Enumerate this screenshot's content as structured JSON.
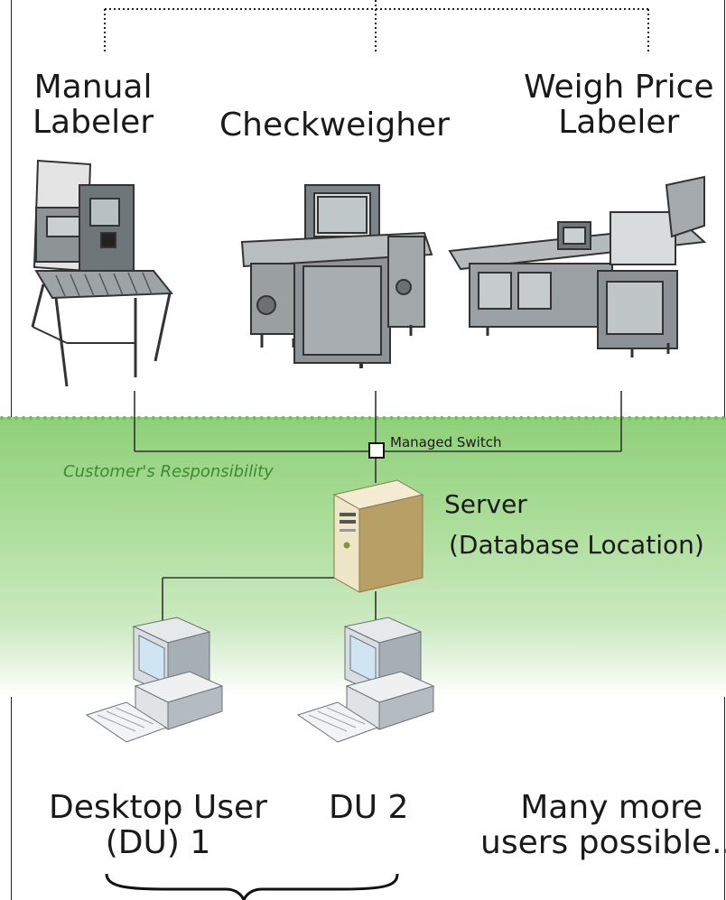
{
  "machines": {
    "manual_labeler": "Manual\nLabeler",
    "checkweigher": "Checkweigher",
    "weigh_price_labeler": "Weigh Price\nLabeler"
  },
  "network": {
    "managed_switch": "Managed Switch",
    "responsibility": "Customer's Responsibility"
  },
  "server": {
    "label": "Server",
    "sub": "(Database Location)"
  },
  "users": {
    "du1": "Desktop User\n(DU) 1",
    "du2": "DU 2",
    "more": "Many more\nusers possible..."
  },
  "colors": {
    "zone_green": "#8fd07a",
    "dotted_line": "#6cbf4e",
    "responsibility_text": "#3e8a2c"
  }
}
